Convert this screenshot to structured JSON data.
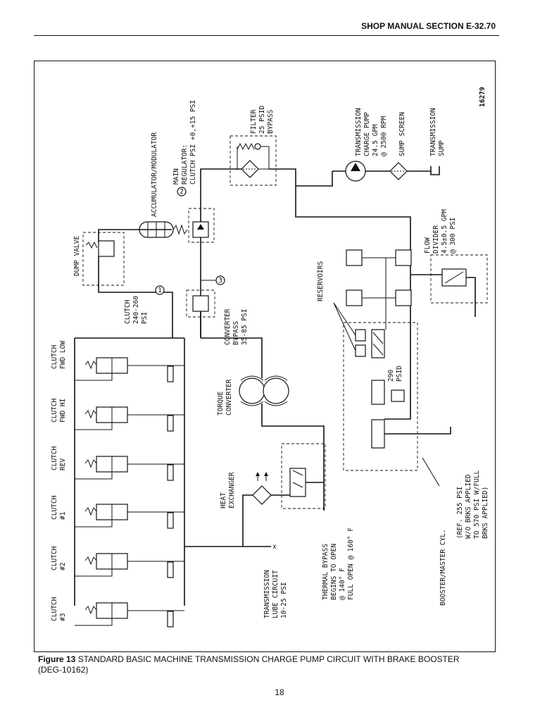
{
  "header": {
    "title": "SHOP MANUAL SECTION E-32.70"
  },
  "figure_id": "16279",
  "labels": {
    "transmission_charge_pump": [
      "TRANSMISSION",
      "CHARGE PUMP",
      "24.5 GPM",
      "@ 2500 RPM"
    ],
    "sump_screen": "SUMP SCREEN",
    "transmission_sump": [
      "TRANSMISSION",
      "SUMP"
    ],
    "filter": [
      "FILTER",
      "25 PSID",
      "BYPASS"
    ],
    "main_regulator": [
      "MAIN",
      "REGULATOR:",
      "CLUTCH PSI +0,+15 PSI"
    ],
    "accumulator_modulator": "ACCUMULATOR/MODULATOR",
    "dump_valve": "DUMP VALVE",
    "clutch_psi": [
      "CLUTCH",
      "240-260",
      "PSI"
    ],
    "converter_bypass": [
      "CONVERTER",
      "BYPASS",
      "35-85 PSI"
    ],
    "torque_converter": [
      "TORQUE",
      "CONVERTER"
    ],
    "heat_exchanger": [
      "HEAT",
      "EXCHANGER"
    ],
    "lube_circuit": [
      "TRANSMISSION",
      "LUBE CIRCUIT",
      "10-25 PSI"
    ],
    "thermal_bypass": [
      "THERMAL BYPASS",
      "BEGINS TO OPEN",
      "@ 140° F",
      "FULL OPEN @ 160° F"
    ],
    "booster_master": "BOOSTER/MASTER CYL.",
    "ref_psi": [
      "(REF. 255 PSI",
      "W/O BRKS APPLIED",
      "TO 570 PSI W/FULL",
      "BRKS APPLIED)"
    ],
    "reservoirs": "RESERVOIRS",
    "psid_290": [
      "290",
      "PSID"
    ],
    "flow_divider": [
      "FLOW",
      "DIVIDER",
      "4.5±0.5 GPM",
      "@ 300 PSI"
    ],
    "markers": [
      "1",
      "2",
      "3"
    ]
  },
  "clutches": [
    [
      "CLUTCH",
      "FWD LOW"
    ],
    [
      "CLUTCH",
      "FWD HI"
    ],
    [
      "CLUTCH",
      "REV"
    ],
    [
      "CLUTCH",
      "#1"
    ],
    [
      "CLUTCH",
      "#2"
    ],
    [
      "CLUTCH",
      "#3"
    ]
  ],
  "caption": {
    "figure": "Figure 13",
    "text": "STANDARD BASIC MACHINE TRANSMISSION CHARGE PUMP CIRCUIT WITH BRAKE BOOSTER",
    "ref": "(DEG-10162)"
  },
  "page_number": "18"
}
